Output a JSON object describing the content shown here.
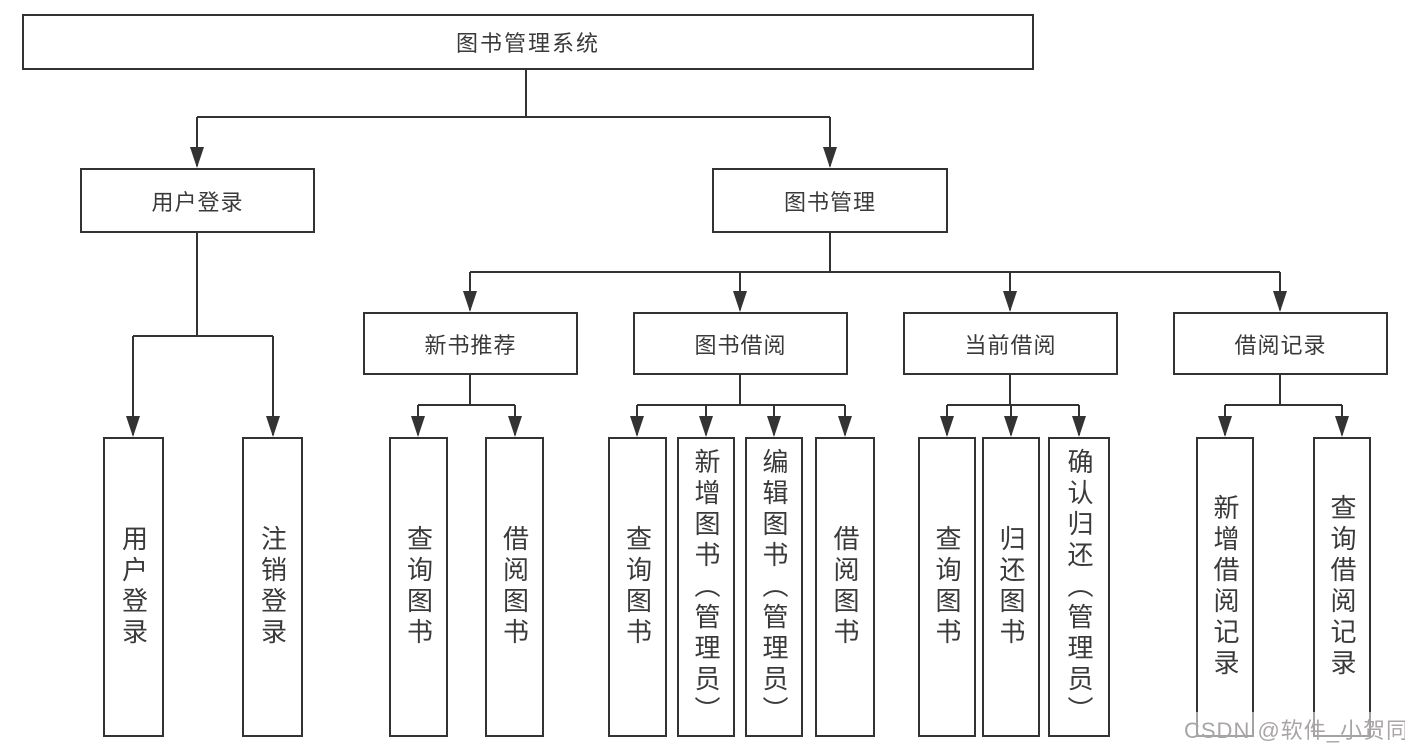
{
  "diagram": {
    "type": "hierarchy",
    "tree": {
      "label": "图书管理系统",
      "children": [
        {
          "label": "用户登录",
          "children": [
            {
              "label": "用户登录"
            },
            {
              "label": "注销登录"
            }
          ]
        },
        {
          "label": "图书管理",
          "children": [
            {
              "label": "新书推荐",
              "children": [
                {
                  "label": "查询图书"
                },
                {
                  "label": "借阅图书"
                }
              ]
            },
            {
              "label": "图书借阅",
              "children": [
                {
                  "label": "查询图书"
                },
                {
                  "label": "新增图书（管理员）"
                },
                {
                  "label": "编辑图书（管理员）"
                },
                {
                  "label": "借阅图书"
                }
              ]
            },
            {
              "label": "当前借阅",
              "children": [
                {
                  "label": "查询图书"
                },
                {
                  "label": "归还图书"
                },
                {
                  "label": "确认归还（管理员）"
                }
              ]
            },
            {
              "label": "借阅记录",
              "children": [
                {
                  "label": "新增借阅记录"
                },
                {
                  "label": "查询借阅记录"
                }
              ]
            }
          ]
        }
      ]
    }
  },
  "watermark": {
    "text": "CSDN @软件_小贺同学"
  },
  "colors": {
    "line": "#333333",
    "text": "#3a3a3a",
    "background": "#ffffff",
    "watermark": "#a9a5a5"
  }
}
